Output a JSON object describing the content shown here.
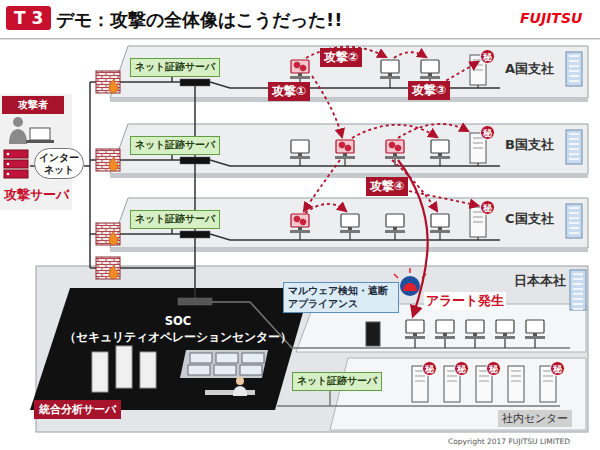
{
  "diagram": {
    "title": "デモ：攻撃の全体像はこうだった!!",
    "nodes": [
      {
        "text": [
          "T 3"
        ]
      },
      {
        "text": [
          "A国支社"
        ]
      },
      {
        "text": [
          "ネット証跡サーバ"
        ],
        "in": 1
      },
      {
        "text": [
          "攻撃①"
        ],
        "in": 1
      },
      {
        "text": [
          "攻撃②"
        ],
        "in": 1
      },
      {
        "text": [
          "攻撃③"
        ],
        "in": 1
      },
      {
        "text": [
          "秘"
        ],
        "in": 1
      },
      {
        "text": [
          "攻撃者"
        ]
      },
      {
        "text": [
          "B国支社"
        ]
      },
      {
        "text": [
          "ネット証跡サーバ"
        ],
        "in": 8
      },
      {
        "text": [
          "秘"
        ],
        "in": 8
      },
      {
        "text": [
          "インター ネット"
        ]
      },
      {
        "text": [
          "C国支社"
        ]
      },
      {
        "text": [
          "ネット証跡サーバ"
        ],
        "in": 12
      },
      {
        "text": [
          "攻撃④"
        ]
      },
      {
        "text": [
          "秘"
        ],
        "in": 12
      },
      {
        "text": [
          "日本本社"
        ]
      },
      {
        "text": [
          "SOC （セキュリティオペレーションセンター）"
        ],
        "in": 16
      },
      {
        "text": [
          "統合分析サーバ"
        ],
        "in": 16
      },
      {
        "text": [
          "マルウェア検知・遮断 アプライアンス"
        ],
        "in": 16
      },
      {
        "text": [
          "ネット証跡サーバ"
        ],
        "in": 16
      },
      {
        "text": [
          "社内センター"
        ],
        "in": 16
      },
      {
        "text": [
          "秘"
        ],
        "in": 21
      },
      {
        "text": [
          "秘"
        ],
        "in": 21
      },
      {
        "text": [
          "秘"
        ],
        "in": 21
      },
      {
        "text": [
          "秘"
        ],
        "in": 21
      }
    ],
    "edges": [
      {
        "from": 5,
        "to": 6,
        "arrow": "to"
      },
      {
        "from": 14,
        "to": 15,
        "arrow": "to"
      }
    ],
    "labels": [
      "FUJITSU",
      "攻撃サーバ",
      "アラート発生",
      "Copyright 2017 FUJITSU LIMITED"
    ]
  }
}
